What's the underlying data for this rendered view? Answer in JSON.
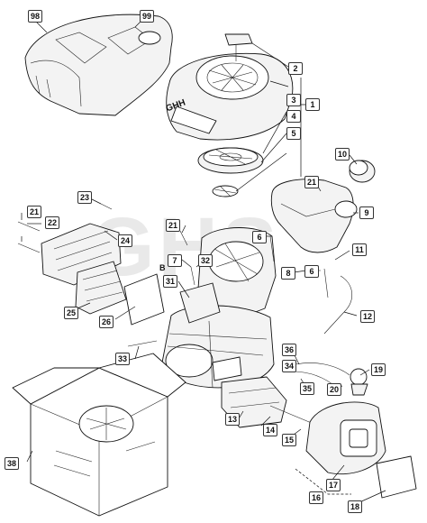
{
  "diagram": {
    "watermark": "GHS",
    "cover_badge": "GHH",
    "callouts": [
      {
        "id": "98",
        "label": "98"
      },
      {
        "id": "99",
        "label": "99"
      },
      {
        "id": "2",
        "label": "2"
      },
      {
        "id": "1",
        "label": "1"
      },
      {
        "id": "3",
        "label": "3"
      },
      {
        "id": "4",
        "label": "4"
      },
      {
        "id": "5",
        "label": "5"
      },
      {
        "id": "10",
        "label": "10"
      },
      {
        "id": "21a",
        "label": "21"
      },
      {
        "id": "9",
        "label": "9"
      },
      {
        "id": "23",
        "label": "23"
      },
      {
        "id": "21b",
        "label": "21"
      },
      {
        "id": "22",
        "label": "22"
      },
      {
        "id": "21c",
        "label": "21"
      },
      {
        "id": "24",
        "label": "24"
      },
      {
        "id": "6a",
        "label": "6"
      },
      {
        "id": "7",
        "label": "7"
      },
      {
        "id": "32",
        "label": "32"
      },
      {
        "id": "11",
        "label": "11"
      },
      {
        "id": "8",
        "label": "8"
      },
      {
        "id": "6b",
        "label": "6"
      },
      {
        "id": "31",
        "label": "31"
      },
      {
        "id": "25",
        "label": "25"
      },
      {
        "id": "26",
        "label": "26"
      },
      {
        "id": "12",
        "label": "12"
      },
      {
        "id": "33",
        "label": "33"
      },
      {
        "id": "36",
        "label": "36"
      },
      {
        "id": "34",
        "label": "34"
      },
      {
        "id": "19",
        "label": "19"
      },
      {
        "id": "35",
        "label": "35"
      },
      {
        "id": "20",
        "label": "20"
      },
      {
        "id": "13",
        "label": "13"
      },
      {
        "id": "14",
        "label": "14"
      },
      {
        "id": "15",
        "label": "15"
      },
      {
        "id": "38",
        "label": "38"
      },
      {
        "id": "17",
        "label": "17"
      },
      {
        "id": "16",
        "label": "16"
      },
      {
        "id": "18",
        "label": "18"
      }
    ],
    "point_labels": [
      {
        "id": "B",
        "label": "B"
      }
    ]
  }
}
